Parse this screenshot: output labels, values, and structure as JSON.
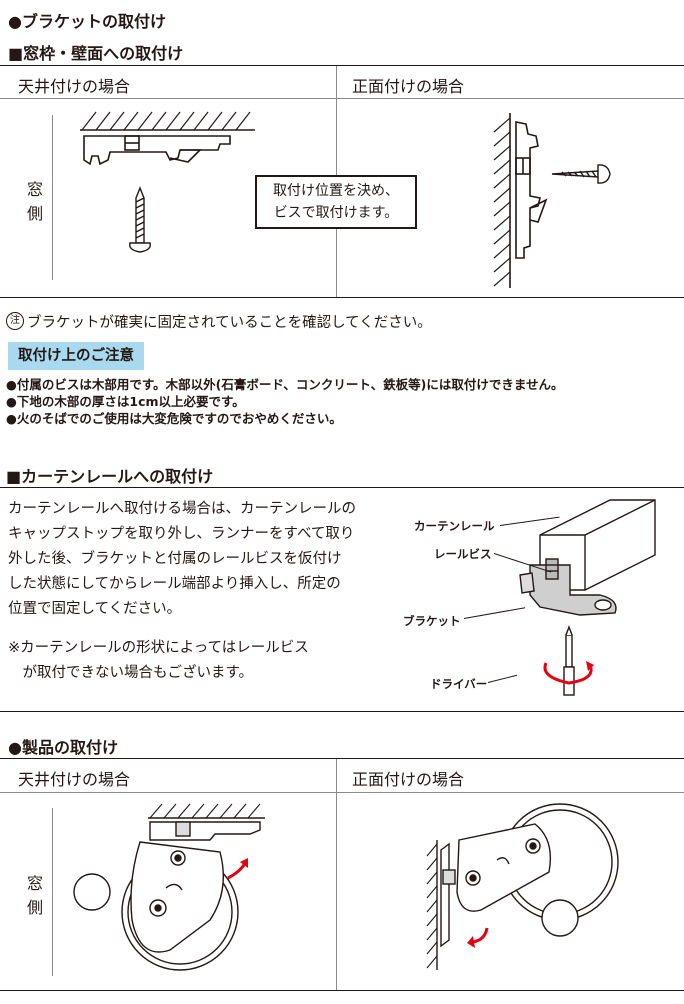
{
  "section1": {
    "title": "●ブラケットの取付け",
    "subtitle": "■窓枠・壁面への取付け",
    "col_left": "天井付けの場合",
    "col_right": "正面付けの場合",
    "row_label_1": "窓",
    "row_label_2": "側",
    "callout_line1": "取付け位置を決め、",
    "callout_line2": "ビスで取付けます。",
    "note_mark": "注",
    "note_text": "ブラケットが確実に固定されていることを確認してください。"
  },
  "caution": {
    "tag": "取付け上のご注意",
    "items": [
      "●付属のビスは木部用です。木部以外(石膏ボード、コンクリート、鉄板等)には取付けできません。",
      "●下地の木部の厚さは1cm以上必要です。",
      "●火のそばでのご使用は大変危険ですのでおやめください。"
    ]
  },
  "section2": {
    "title": "■カーテンレールへの取付け",
    "para": [
      "カーテンレールへ取付ける場合は、カーテンレールの",
      "キャップストップを取り外し、ランナーをすべて取り",
      "外した後、ブラケットと付属のレールビスを仮付け",
      "した状態にしてからレール端部より挿入し、所定の",
      "位置で固定してください。"
    ],
    "note": [
      "※カーテンレールの形状によってはレールビス",
      "　が取付できない場合もございます。"
    ],
    "labels": {
      "rail": "カーテンレール",
      "rail_screw": "レールビス",
      "bracket": "ブラケット",
      "driver": "ドライバー"
    }
  },
  "section3": {
    "title": "●製品の取付け",
    "col_left": "天井付けの場合",
    "col_right": "正面付けの場合",
    "row_label_1": "窓",
    "row_label_2": "側"
  },
  "colors": {
    "ink": "#231815",
    "caution_tag": "#a9d9ee",
    "arrow_red": "#e60012"
  }
}
